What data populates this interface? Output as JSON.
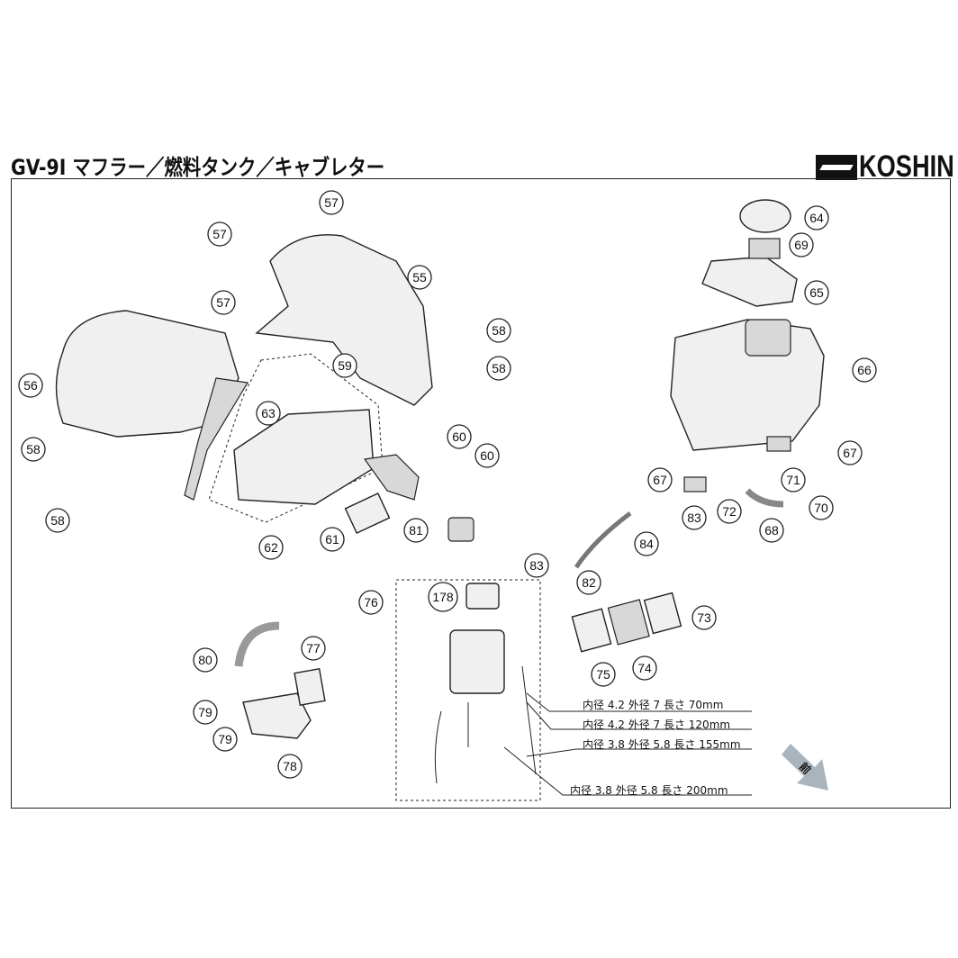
{
  "header": {
    "title": "GV-9I マフラー／燃料タンク／キャブレター",
    "brand": "KOSHIN"
  },
  "direction_arrow": {
    "label": "前",
    "color": "#a9b4bc"
  },
  "callouts": [
    "57",
    "57",
    "57",
    "55",
    "58",
    "59",
    "58",
    "56",
    "63",
    "58",
    "60",
    "60",
    "58",
    "62",
    "61",
    "81",
    "64",
    "69",
    "65",
    "66",
    "67",
    "67",
    "71",
    "72",
    "70",
    "68",
    "83",
    "84",
    "83",
    "82",
    "76",
    "178",
    "73",
    "75",
    "74",
    "77",
    "80",
    "79",
    "79",
    "78"
  ],
  "hose_specs": [
    "内径 4.2  外径  7  長さ 70mm",
    "内径 4.2  外径  7  長さ 120mm",
    "内径 3.8  外径  5.8  長さ 155mm",
    "内径 3.8  外径  5.8  長さ 200mm"
  ]
}
